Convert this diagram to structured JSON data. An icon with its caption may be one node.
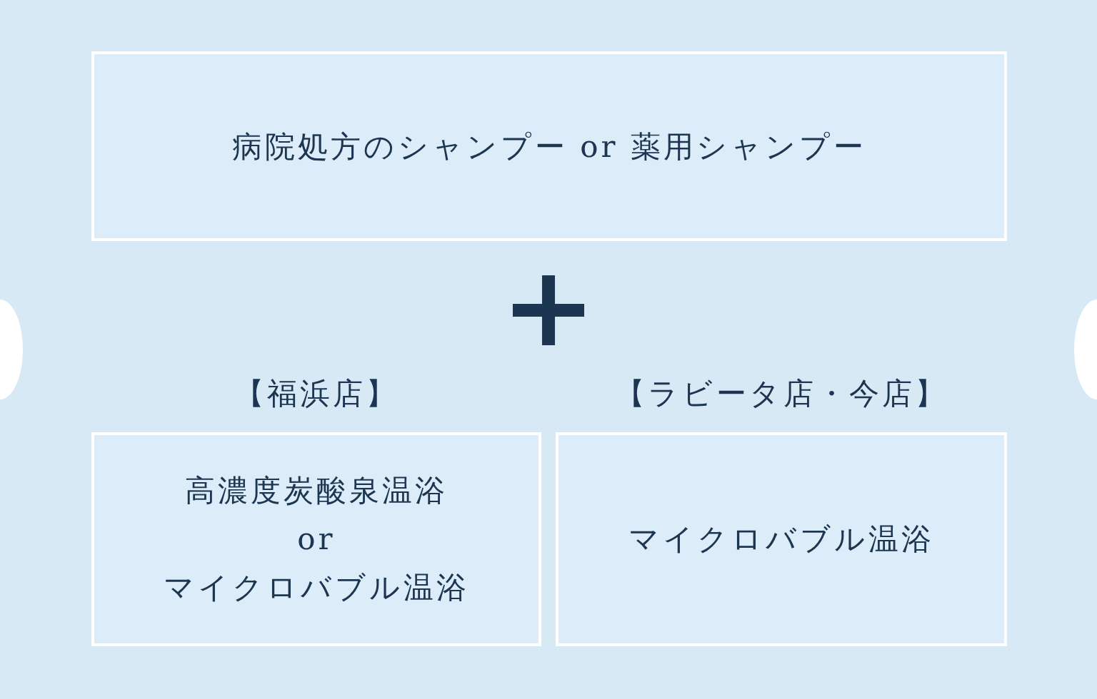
{
  "diagram": {
    "nodes": [
      {
        "text": [
          "病院処方のシャンプー or 薬用シャンプー"
        ]
      },
      {
        "text": [
          "【福浜店】",
          "高濃度炭酸泉温浴 or マイクロバブル温浴"
        ]
      },
      {
        "text": [
          "【ラビータ店・今店】",
          "マイクロバブル温浴"
        ]
      }
    ],
    "edges": []
  }
}
